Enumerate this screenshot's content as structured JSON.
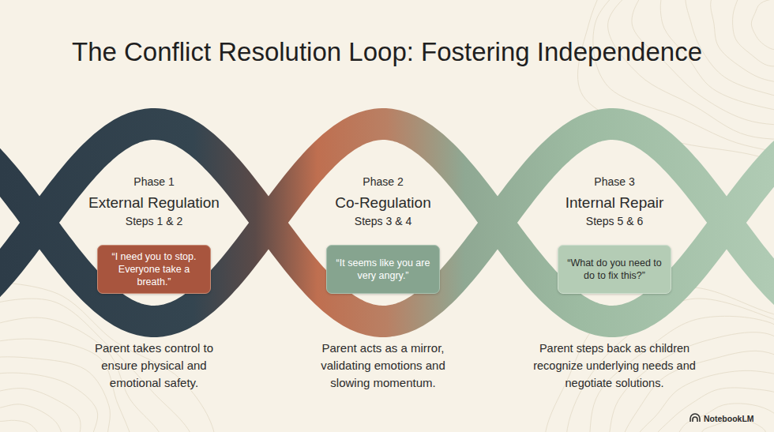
{
  "diagram": {
    "title": "The Conflict Resolution Loop: Fostering Independence",
    "nodes": [
      {
        "text": [
          "Phase 1",
          "External Regulation",
          "Steps 1 & 2"
        ]
      },
      {
        "text": [
          "“I need you to stop. Everyone take a breath.”"
        ],
        "in": 0
      },
      {
        "text": [
          "Phase 2",
          "Co-Regulation",
          "Steps 3 & 4"
        ]
      },
      {
        "text": [
          "“It seems like you are very angry.”"
        ],
        "in": 2
      },
      {
        "text": [
          "Phase 3",
          "Internal Repair",
          "Steps 5 & 6"
        ]
      },
      {
        "text": [
          "“What do you need to do to fix this?”"
        ],
        "in": 4
      }
    ],
    "labels": [
      "Parent takes control to ensure physical and emotional safety.",
      "Parent acts as a mirror, validating emotions and slowing momentum.",
      "Parent steps back as children recognize underlying needs and negotiate solutions.",
      "NotebookLM"
    ]
  }
}
